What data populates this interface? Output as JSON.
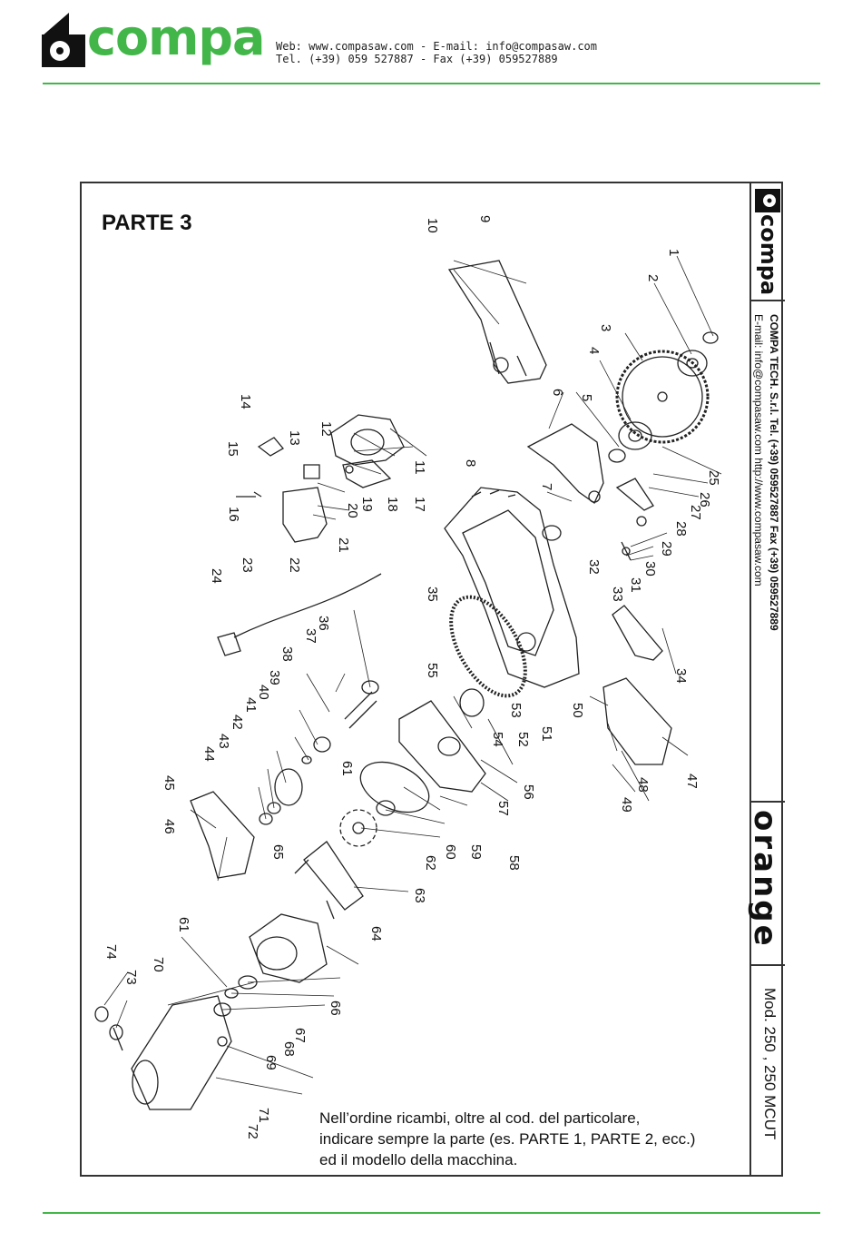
{
  "header": {
    "logo_text": "compa",
    "registered": "®",
    "web_line": "Web: www.compasaw.com - E-mail: info@compasaw.com",
    "tel_line": "Tel. (+39) 059 527887 - Fax (+39) 059527889"
  },
  "sheet": {
    "title": "PARTE 3",
    "note_lines": [
      "Nell’ordine ricambi, oltre al cod. del particolare,",
      "indicare sempre la parte (es. PARTE 1, PARTE 2, ecc.)",
      "ed il modello della macchina."
    ],
    "strip": {
      "logo_text": "compa",
      "company_line": "COMPA TECH. S.r.l.   Tel. (+39) 059527887 Fax (+39) 059527889",
      "contact_line": "E-mail: info@compasaw.com http://www.compasaw.com",
      "brand": "orange",
      "model": "Mod. 250 , 250 MCUT"
    }
  },
  "diagram": {
    "part_numbers": [
      "1",
      "2",
      "3",
      "4",
      "5",
      "6",
      "7",
      "8",
      "9",
      "10",
      "11",
      "12",
      "13",
      "14",
      "15",
      "16",
      "17",
      "18",
      "19",
      "20",
      "21",
      "22",
      "23",
      "24",
      "25",
      "26",
      "27",
      "28",
      "29",
      "30",
      "31",
      "32",
      "33",
      "34",
      "35",
      "36",
      "37",
      "38",
      "39",
      "40",
      "41",
      "42",
      "43",
      "44",
      "45",
      "46",
      "47",
      "48",
      "49",
      "50",
      "51",
      "52",
      "53",
      "54",
      "55",
      "56",
      "57",
      "58",
      "59",
      "60",
      "61",
      "62",
      "63",
      "64",
      "65",
      "66",
      "67",
      "68",
      "69",
      "70",
      "71",
      "72",
      "73",
      "74",
      "61"
    ]
  },
  "colors": {
    "brand_green": "#43b649",
    "line": "#222222"
  }
}
